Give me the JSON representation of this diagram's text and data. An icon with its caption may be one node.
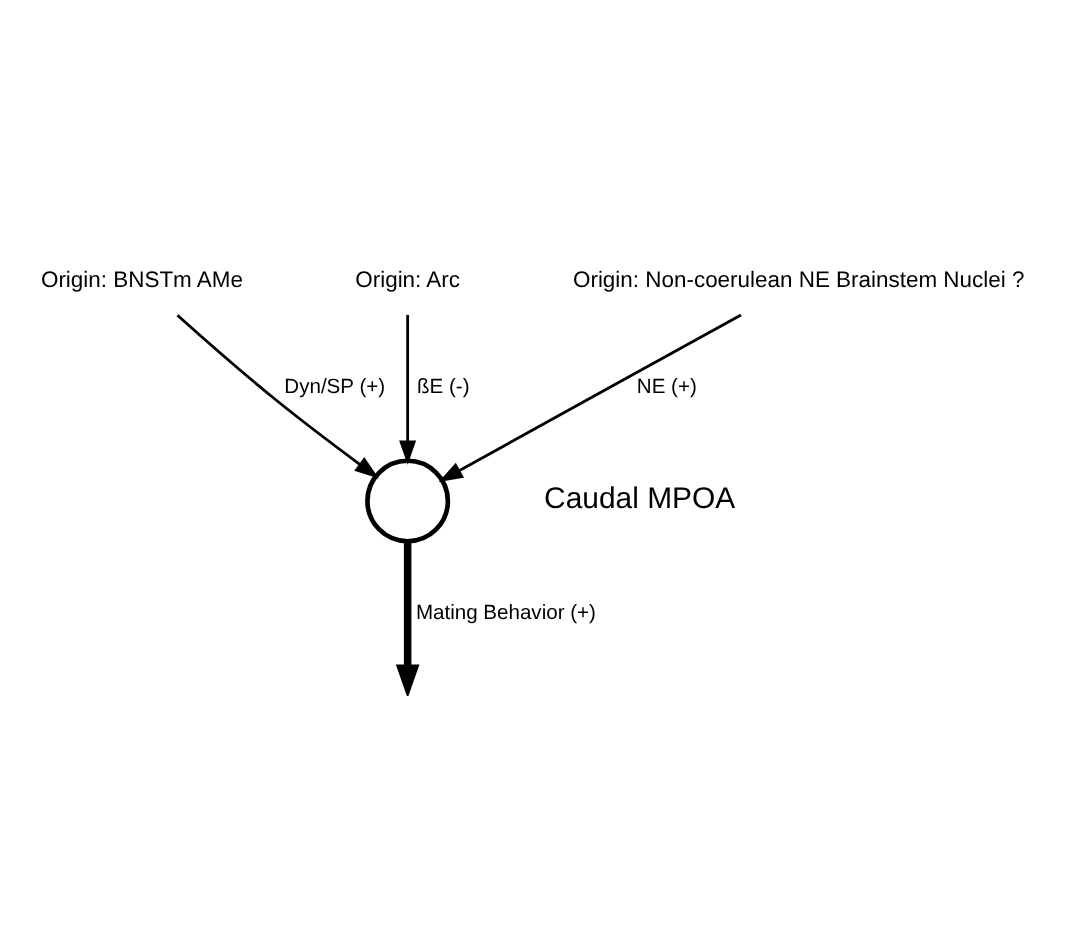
{
  "diagram": {
    "nodes": [
      {
        "text": [
          "Origin: BNSTm AMe"
        ]
      },
      {
        "text": [
          "Origin: Arc"
        ]
      },
      {
        "text": [
          "Origin: Non-coerulean NE Brainstem Nuclei ?"
        ]
      },
      {
        "text": [],
        "shape": "circle"
      }
    ],
    "edges": [
      {
        "from": 0,
        "to": 3,
        "arrow": "to",
        "label": "Dyn/SP (+)"
      },
      {
        "from": 1,
        "to": 3,
        "arrow": "to",
        "label": "ßE (-)"
      },
      {
        "from": 2,
        "to": 3,
        "arrow": "to",
        "label": "NE (+)"
      },
      {
        "from": 3,
        "to": null,
        "arrow": "to",
        "label": "Mating Behavior (+)",
        "style": "thick"
      }
    ],
    "labels": [
      "Caudal MPOA"
    ]
  }
}
